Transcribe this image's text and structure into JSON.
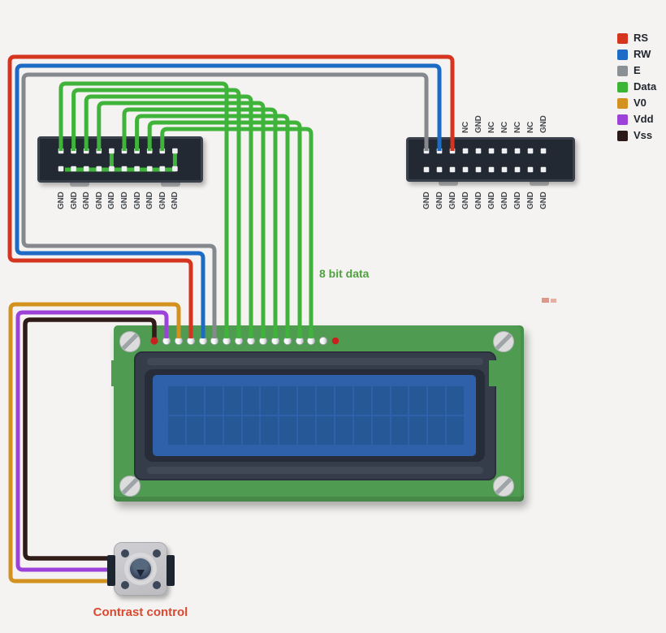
{
  "legend": {
    "items": [
      {
        "label": "RS",
        "color": "#d5351f"
      },
      {
        "label": "RW",
        "color": "#1d6bc4"
      },
      {
        "label": "E",
        "color": "#8b9095"
      },
      {
        "label": "Data",
        "color": "#3cb436"
      },
      {
        "label": "V0",
        "color": "#d2921d"
      },
      {
        "label": "Vdd",
        "color": "#9c42d9"
      },
      {
        "label": "Vss",
        "color": "#2c1a18"
      }
    ]
  },
  "labels": {
    "data_bus": "8 bit data",
    "contrast": "Contrast control"
  },
  "left_connector": {
    "pins_per_row": 10,
    "bottom_labels": [
      "GND",
      "GND",
      "GND",
      "GND",
      "GND",
      "GND",
      "GND",
      "GND",
      "GND",
      "GND"
    ]
  },
  "right_connector": {
    "pins_per_row": 10,
    "top_labels": [
      "NC",
      "GND",
      "NC",
      "NC",
      "NC",
      "NC",
      "GND"
    ],
    "bottom_labels": [
      "GND",
      "GND",
      "GND",
      "GND",
      "GND",
      "GND",
      "GND",
      "GND",
      "GND",
      "GND"
    ]
  },
  "wires": {
    "rs": "#d5351f",
    "rw": "#1d6bc4",
    "e": "#85898d",
    "data": "#3fb33a",
    "v0": "#d2921d",
    "vdd": "#9c42d9",
    "vss": "#2f1b18"
  },
  "lcd": {
    "columns": 16,
    "rows": 2,
    "pin_count": 16
  }
}
